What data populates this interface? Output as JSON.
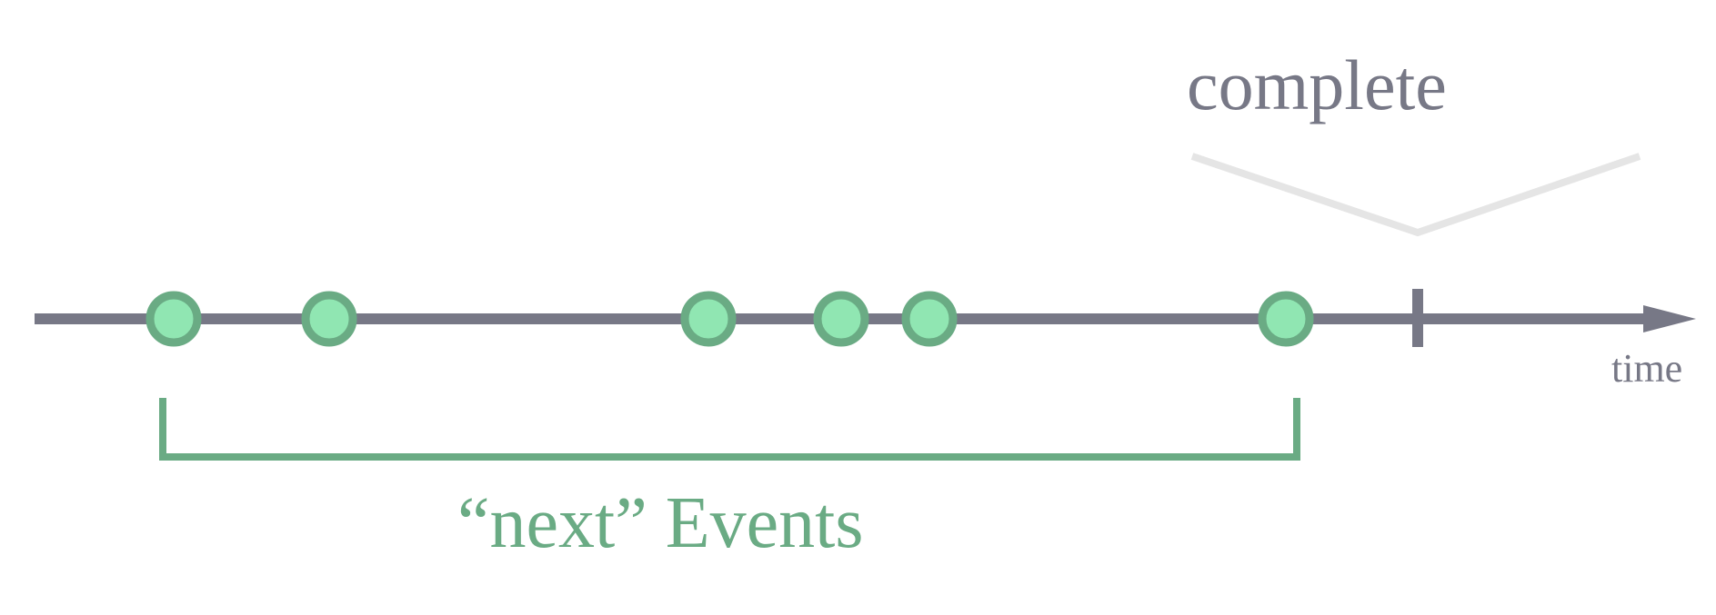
{
  "diagram": {
    "complete_label": "complete",
    "time_label": "time",
    "events_label": "“next” Events",
    "event_count": 6,
    "colors": {
      "timeline": "#777886",
      "event_stroke": "#6aab84",
      "event_fill": "#90e6b2",
      "bracket": "#6aab84",
      "events_text": "#6aab84",
      "complete_text": "#777886",
      "complete_chevron": "#e5e5e5",
      "time_text": "#777886"
    }
  }
}
